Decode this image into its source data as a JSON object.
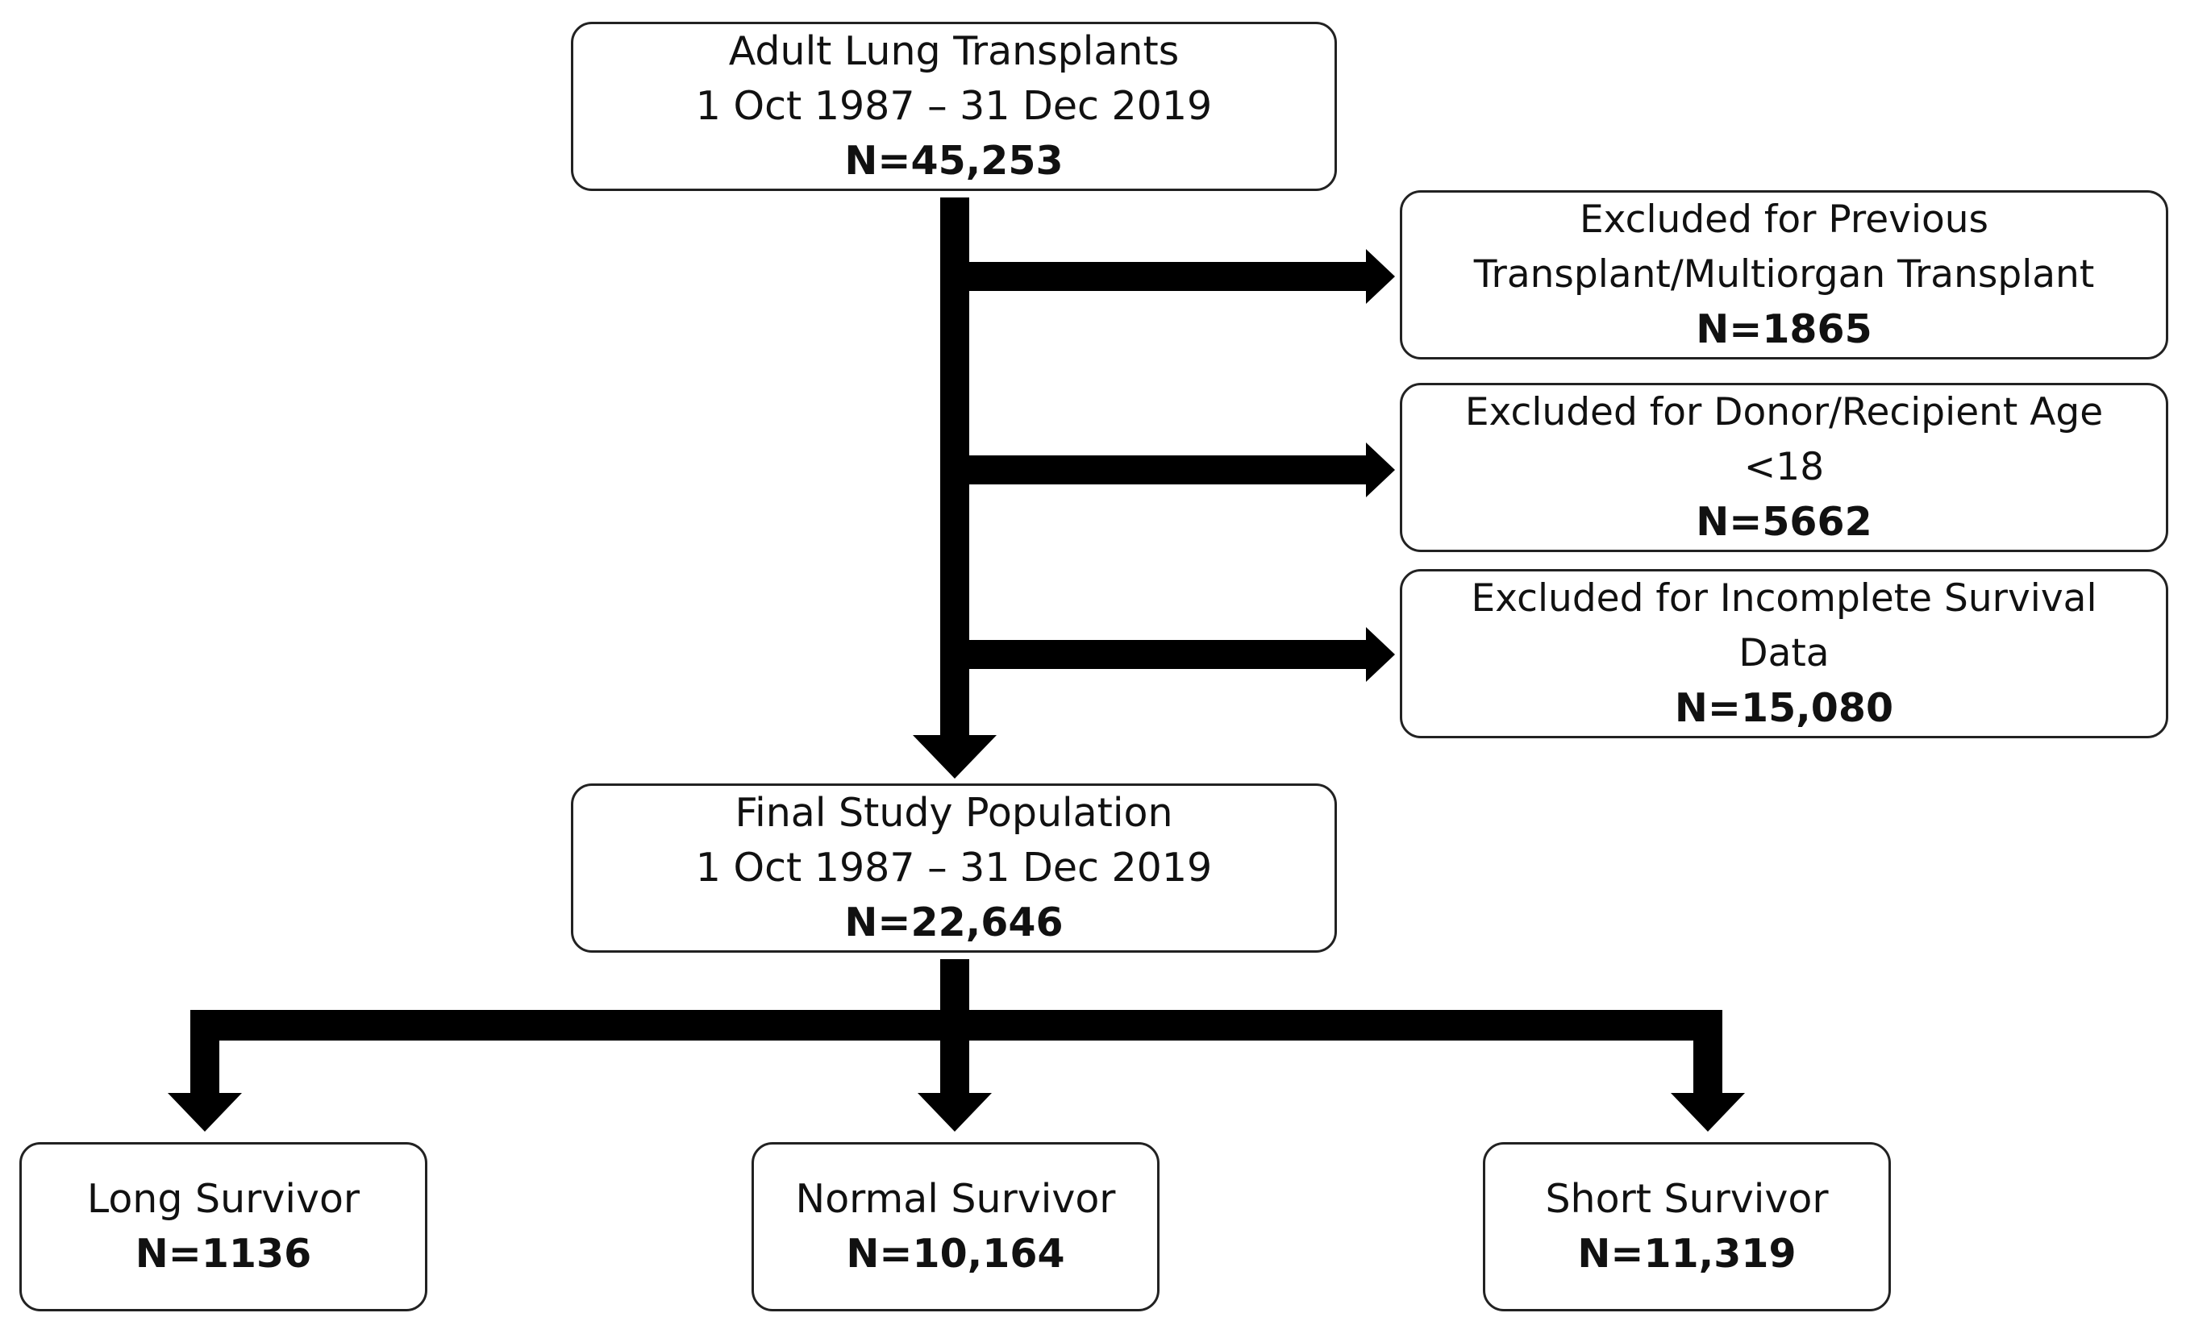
{
  "nodes": {
    "source": {
      "lines": [
        "Adult Lung Transplants",
        "1 Oct 1987 – 31 Dec 2019"
      ],
      "count": "N=45,253"
    },
    "exclusion_1": {
      "lines": [
        "Excluded for Previous",
        "Transplant/Multiorgan Transplant"
      ],
      "count": "N=1865"
    },
    "exclusion_2": {
      "lines": [
        "Excluded for Donor/Recipient Age",
        "<18"
      ],
      "count": "N=5662"
    },
    "exclusion_3": {
      "lines": [
        "Excluded for Incomplete Survival",
        "Data"
      ],
      "count": "N=15,080"
    },
    "final": {
      "lines": [
        "Final Study Population",
        "1 Oct 1987 – 31 Dec 2019"
      ],
      "count": "N=22,646"
    },
    "long": {
      "lines": [
        "Long Survivor"
      ],
      "count": "N=1136"
    },
    "normal": {
      "lines": [
        "Normal Survivor"
      ],
      "count": "N=10,164"
    },
    "short": {
      "lines": [
        "Short Survivor"
      ],
      "count": "N=11,319"
    }
  },
  "colors": {
    "arrow": "#000000",
    "border": "#222222",
    "text": "#111111",
    "background": "#ffffff"
  }
}
